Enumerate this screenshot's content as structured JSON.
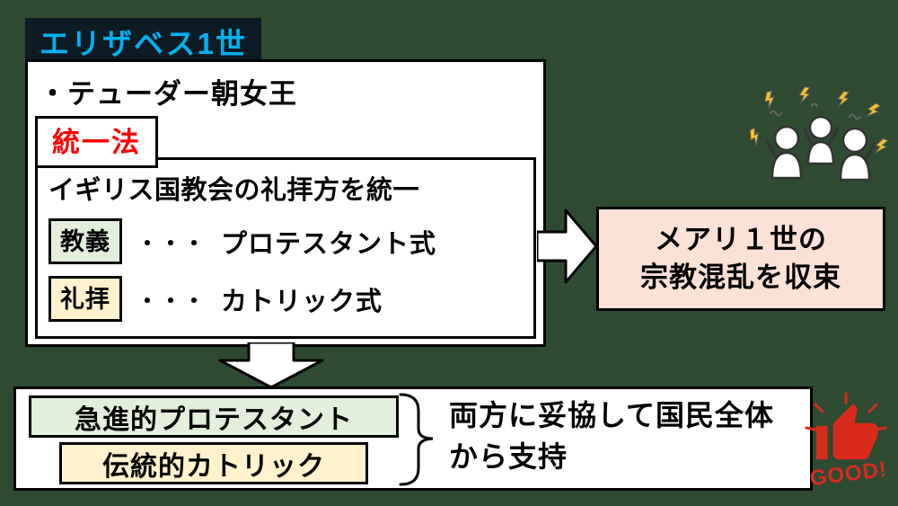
{
  "colors": {
    "background": "#2e4a31",
    "title_text": "#00b0f0",
    "title_bg": "#0d1b24",
    "law_text": "#ff0000",
    "green_bg": "#e2efda",
    "yellow_bg": "#fff2cc",
    "pink_bg": "#fbe1d6",
    "good_red": "#d92b1c",
    "bolt_yellow": "#f2c230"
  },
  "title": "エリザベス1世",
  "main_box": {
    "line1": "・テューダー朝女王",
    "law_label": "統一法",
    "law_desc": "イギリス国教会の礼拝方を統一",
    "rows": [
      {
        "tag": "教義",
        "dots": "・・・",
        "text": "プロテスタント式"
      },
      {
        "tag": "礼拝",
        "dots": "・・・",
        "text": "カトリック式"
      }
    ]
  },
  "result_box": {
    "line1": "メアリ１世の",
    "line2": "宗教混乱を収束"
  },
  "bottom_box": {
    "item_green": "急進的プロテスタント",
    "item_yellow": "伝統的カトリック",
    "note_line1": "両方に妥協して国民全体",
    "note_line2": "から支持"
  },
  "good_label": "GOOD!"
}
